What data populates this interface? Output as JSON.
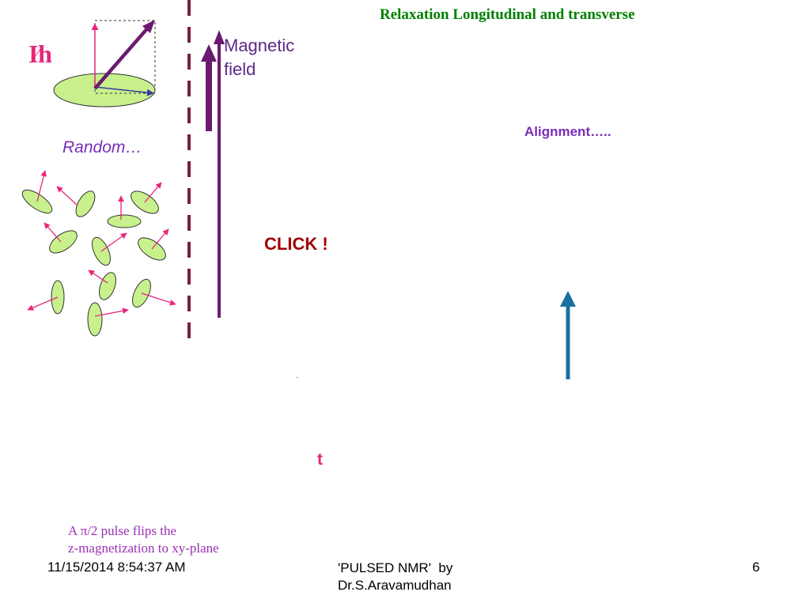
{
  "slide": {
    "title": "Relaxation Longitudinal and transverse",
    "ih_label": {
      "left": "I",
      "mark": "⁄",
      "right": "h"
    },
    "random_label": "Random…",
    "magnetic_field_label": {
      "line1": "Magnetic",
      "line2": "field"
    },
    "alignment_label": "Alignment…..",
    "click_label": "CLICK !",
    "dot": ".",
    "t_label": "t",
    "caption": {
      "line1_prefix": "A ",
      "pi": "π",
      "line1_suffix": "/2 pulse flips the",
      "line2": "z-magnetization to xy-plane"
    }
  },
  "footer": {
    "date": "11/15/2014 8:54:37 AM",
    "title_line1": "'PULSED NMR'  by",
    "title_line2": "Dr.S.Aravamudhan",
    "page": "6"
  },
  "colors": {
    "title": "#008000",
    "pink": "#e8247a",
    "purple": "#7a2db8",
    "dark_purple": "#5b2a86",
    "maroon_dash": "#7b1f3a",
    "ellipse_fill": "#c8f08c",
    "blue_arrow": "#1a6fa0",
    "click": "#a00000"
  }
}
